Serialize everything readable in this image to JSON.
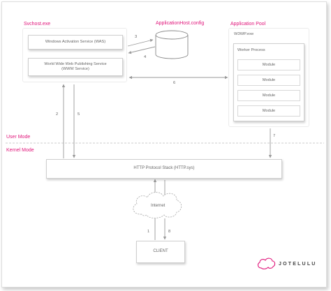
{
  "groups": {
    "svchost": "Svchost.exe",
    "application_host": "ApplicationHost.config",
    "application_pool": "Application Pool",
    "w3wp": "W3WP.exe",
    "worker_process": "Worker Process"
  },
  "services": {
    "was": "Windows Activation Service (WAS)",
    "www_line1": "World Wide Web Publishing Service",
    "www_line2": "(WWW Service)"
  },
  "modules": [
    "Module",
    "Module",
    "Module",
    "Module"
  ],
  "modes": {
    "user": "User Mode",
    "kernel": "Kernel Mode"
  },
  "http_stack": "HTTP Protocol Stack (HTTP.sys)",
  "internet": "Internet",
  "client": "CLIENT",
  "arrows": {
    "a1": "1",
    "a2": "2",
    "a3": "3",
    "a4": "4",
    "a5": "5",
    "a6": "6",
    "a7": "7",
    "a8": "8"
  },
  "brand": "JOTELULU",
  "colors": {
    "accent": "#e0157a",
    "line": "#999999",
    "box_border": "#cfcfcf"
  }
}
